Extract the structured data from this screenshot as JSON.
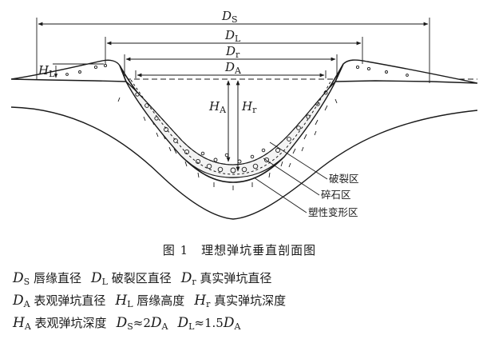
{
  "diagram": {
    "dims": {
      "Ds": {
        "sym": "D",
        "sub": "S"
      },
      "Dl": {
        "sym": "D",
        "sub": "L"
      },
      "Dr": {
        "sym": "D",
        "sub": "r"
      },
      "Da": {
        "sym": "D",
        "sub": "A"
      },
      "Hl": {
        "sym": "H",
        "sub": "L"
      },
      "Ha": {
        "sym": "H",
        "sub": "A"
      },
      "Hr": {
        "sym": "H",
        "sub": "r"
      }
    },
    "zones": {
      "fracture": "破裂区",
      "rubble": "碎石区",
      "plastic": "塑性变形区"
    }
  },
  "caption": "图 1　理想弹坑垂直剖面图",
  "legend": [
    [
      {
        "sym": "D",
        "sub": "S",
        "text": "唇缘直径"
      },
      {
        "sym": "D",
        "sub": "L",
        "text": "破裂区直径"
      },
      {
        "sym": "D",
        "sub": "r",
        "text": "真实弹坑直径"
      }
    ],
    [
      {
        "sym": "D",
        "sub": "A",
        "text": "表观弹坑直径"
      },
      {
        "sym": "H",
        "sub": "L",
        "text": "唇缘高度"
      },
      {
        "sym": "H",
        "sub": "r",
        "text": "真实弹坑深度"
      }
    ],
    [
      {
        "sym": "H",
        "sub": "A",
        "text": "表观弹坑深度"
      },
      {
        "sym": "D",
        "sub": "S",
        "text": "≈2",
        "sym2": "D",
        "sub2": "A"
      },
      {
        "sym": "D",
        "sub": "L",
        "text": "≈1.5",
        "sym2": "D",
        "sub2": "A"
      }
    ]
  ]
}
